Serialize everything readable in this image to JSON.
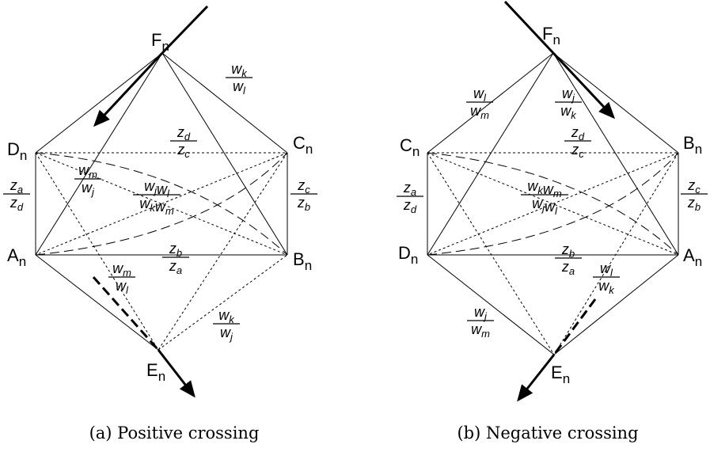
{
  "captions": {
    "a": "(a)  Positive crossing",
    "b": "(b)  Negative crossing"
  },
  "a": {
    "vertices": {
      "F": {
        "base": "F",
        "sub": "n"
      },
      "D": {
        "base": "D",
        "sub": "n"
      },
      "C": {
        "base": "C",
        "sub": "n"
      },
      "A": {
        "base": "A",
        "sub": "n"
      },
      "B": {
        "base": "B",
        "sub": "n"
      },
      "E": {
        "base": "E",
        "sub": "n"
      }
    },
    "labels": {
      "wk_wl": {
        "num": [
          [
            "w",
            "k"
          ]
        ],
        "den": [
          [
            "w",
            "l"
          ]
        ]
      },
      "zd_zc": {
        "num": [
          [
            "z",
            "d"
          ]
        ],
        "den": [
          [
            "z",
            "c"
          ]
        ]
      },
      "wm_wj": {
        "num": [
          [
            "w",
            "m"
          ]
        ],
        "den": [
          [
            "w",
            "j"
          ]
        ]
      },
      "wjwl_wkwm": {
        "num": [
          [
            "w",
            "j"
          ],
          [
            "w",
            "l"
          ]
        ],
        "den": [
          [
            "w",
            "k"
          ],
          [
            "w",
            "m"
          ]
        ]
      },
      "za_zd": {
        "num": [
          [
            "z",
            "a"
          ]
        ],
        "den": [
          [
            "z",
            "d"
          ]
        ]
      },
      "zc_zb": {
        "num": [
          [
            "z",
            "c"
          ]
        ],
        "den": [
          [
            "z",
            "b"
          ]
        ]
      },
      "zb_za": {
        "num": [
          [
            "z",
            "b"
          ]
        ],
        "den": [
          [
            "z",
            "a"
          ]
        ]
      },
      "wm_wl": {
        "num": [
          [
            "w",
            "m"
          ]
        ],
        "den": [
          [
            "w",
            "l"
          ]
        ]
      },
      "wk_wj": {
        "num": [
          [
            "w",
            "k"
          ]
        ],
        "den": [
          [
            "w",
            "j"
          ]
        ]
      }
    }
  },
  "b": {
    "vertices": {
      "F": {
        "base": "F",
        "sub": "n"
      },
      "C": {
        "base": "C",
        "sub": "n"
      },
      "B": {
        "base": "B",
        "sub": "n"
      },
      "D": {
        "base": "D",
        "sub": "n"
      },
      "A": {
        "base": "A",
        "sub": "n"
      },
      "E": {
        "base": "E",
        "sub": "n"
      }
    },
    "labels": {
      "wl_wm": {
        "num": [
          [
            "w",
            "l"
          ]
        ],
        "den": [
          [
            "w",
            "m"
          ]
        ]
      },
      "wj_wk": {
        "num": [
          [
            "w",
            "j"
          ]
        ],
        "den": [
          [
            "w",
            "k"
          ]
        ]
      },
      "zd_zc": {
        "num": [
          [
            "z",
            "d"
          ]
        ],
        "den": [
          [
            "z",
            "c"
          ]
        ]
      },
      "za_zd": {
        "num": [
          [
            "z",
            "a"
          ]
        ],
        "den": [
          [
            "z",
            "d"
          ]
        ]
      },
      "wkwm_wjwl": {
        "num": [
          [
            "w",
            "k"
          ],
          [
            "w",
            "m"
          ]
        ],
        "den": [
          [
            "w",
            "j"
          ],
          [
            "w",
            "l"
          ]
        ]
      },
      "zc_zb": {
        "num": [
          [
            "z",
            "c"
          ]
        ],
        "den": [
          [
            "z",
            "b"
          ]
        ]
      },
      "zb_za": {
        "num": [
          [
            "z",
            "b"
          ]
        ],
        "den": [
          [
            "z",
            "a"
          ]
        ]
      },
      "wl_wk": {
        "num": [
          [
            "w",
            "l"
          ]
        ],
        "den": [
          [
            "w",
            "k"
          ]
        ]
      },
      "wj_wm": {
        "num": [
          [
            "w",
            "j"
          ]
        ],
        "den": [
          [
            "w",
            "m"
          ]
        ]
      }
    }
  }
}
